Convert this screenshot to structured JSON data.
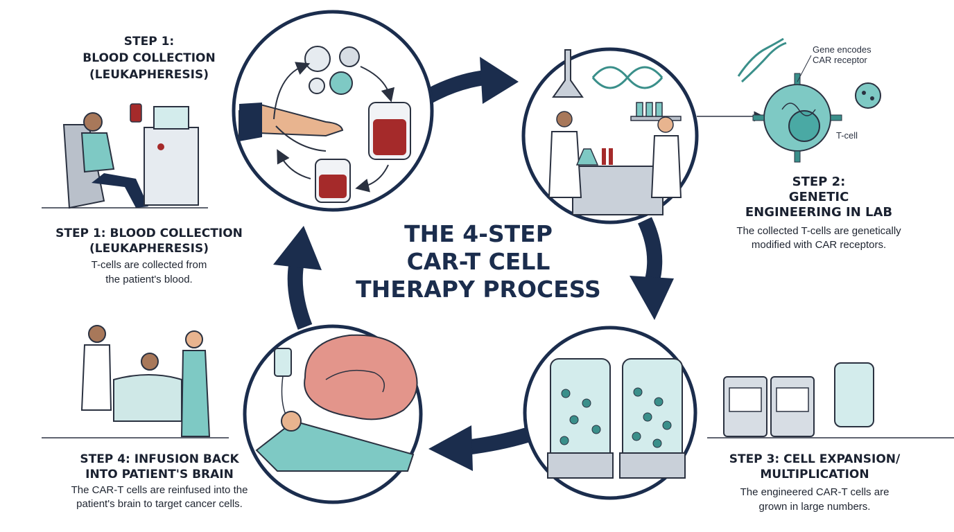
{
  "title": {
    "line1": "THE 4-STEP",
    "line2": "CAR-T CELL",
    "line3": "THERAPY PROCESS"
  },
  "step1_top": {
    "line1": "STEP 1:",
    "line2": "BLOOD COLLECTION",
    "line3": "(LEUKAPHERESIS)"
  },
  "step1": {
    "heading1": "STEP 1: BLOOD COLLECTION",
    "heading2": "(LEUKAPHERESIS)",
    "desc1": "T-cells are collected from",
    "desc2": "the patient's blood."
  },
  "step2": {
    "heading1": "STEP 2:",
    "heading2": "GENETIC",
    "heading3": "ENGINEERING IN LAB",
    "desc1": "The collected T-cells are genetically",
    "desc2": "modified with CAR receptors."
  },
  "step3": {
    "heading1": "STEP 3: CELL EXPANSION/",
    "heading2": "MULTIPLICATION",
    "desc1": "The engineered CAR-T cells are",
    "desc2": "grown in large numbers."
  },
  "step4": {
    "heading1": "STEP 4: INFUSION BACK",
    "heading2": "INTO PATIENT'S BRAIN",
    "desc1": "The CAR-T cells are reinfused into the",
    "desc2": "patient's brain to target cancer cells."
  },
  "annotations": {
    "gene_line1": "Gene encodes",
    "gene_line2": "CAR receptor",
    "tcell": "T-cell"
  },
  "colors": {
    "navy": "#1b2d4d",
    "teal": "#7ec9c4",
    "blood": "#a52a2a",
    "grey": "#b9c0ca",
    "skin": "#e8b48f"
  }
}
